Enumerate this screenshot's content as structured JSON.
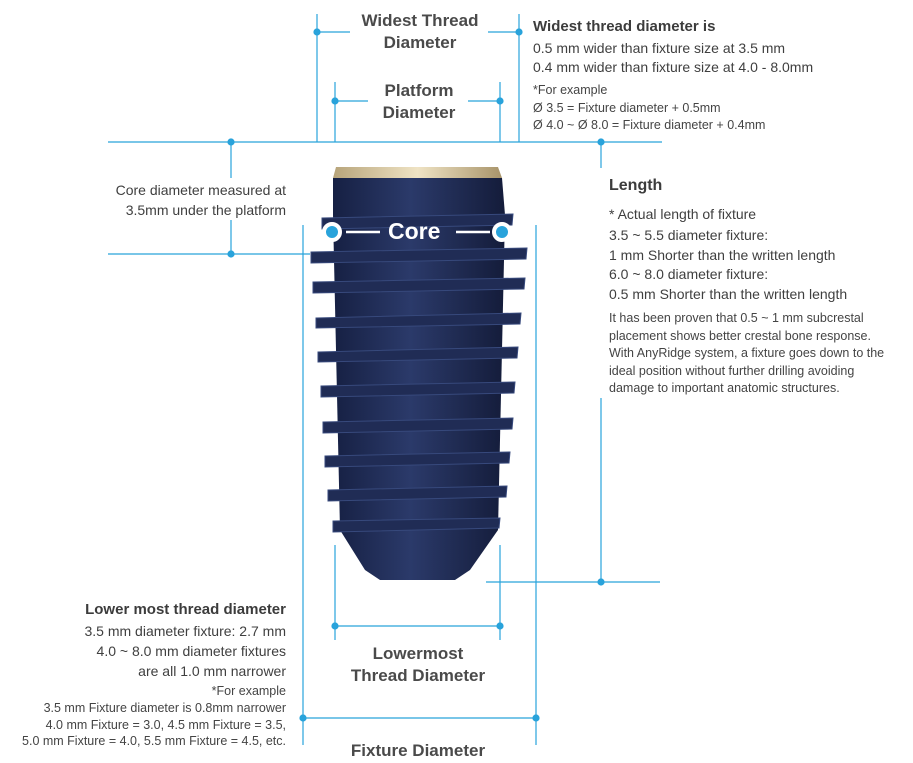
{
  "widest_thread_label": [
    "Widest Thread",
    "Diameter"
  ],
  "platform_label": [
    "Platform",
    "Diameter"
  ],
  "widest_note": {
    "title": "Widest thread diameter is",
    "lines": [
      "0.5 mm wider than fixture size at 3.5 mm",
      "0.4 mm wider than fixture size at 4.0 - 8.0mm"
    ],
    "example_label": "*For example",
    "example_lines": [
      "Ø 3.5 = Fixture diameter + 0.5mm",
      "Ø 4.0 ~ Ø 8.0 = Fixture diameter + 0.4mm"
    ]
  },
  "core_diameter_note": [
    "Core diameter measured at",
    "3.5mm under the platform"
  ],
  "core_label": "Core",
  "length_note": {
    "title": "Length",
    "subtitle": "* Actual length of fixture",
    "lines": [
      "3.5 ~ 5.5 diameter fixture:",
      "1 mm Shorter than the written length",
      "6.0 ~ 8.0 diameter fixture:",
      "0.5 mm Shorter than the written length"
    ],
    "para": [
      "It has been proven that 0.5 ~ 1 mm subcrestal",
      "placement shows better crestal bone response.",
      "With AnyRidge system, a fixture goes down to the",
      "ideal position without further drilling avoiding",
      "damage to important anatomic structures."
    ]
  },
  "lower_note": {
    "title": "Lower most thread diameter",
    "lines": [
      "3.5 mm diameter fixture: 2.7 mm",
      "4.0 ~ 8.0 mm diameter fixtures",
      "are all 1.0 mm narrower"
    ],
    "example_label": "*For example",
    "example_lines": [
      "3.5 mm Fixture diameter is 0.8mm narrower",
      "4.0 mm Fixture = 3.0, 4.5 mm Fixture = 3.5,",
      "5.0 mm Fixture = 4.0, 5.5 mm Fixture = 4.5, etc."
    ]
  },
  "lowermost_label": [
    "Lowermost",
    "Thread Diameter"
  ],
  "fixture_label": "Fixture Diameter",
  "colors": {
    "accent": "#29a3db",
    "implant": "#1e2b52",
    "collar": "#d9c9a3"
  }
}
